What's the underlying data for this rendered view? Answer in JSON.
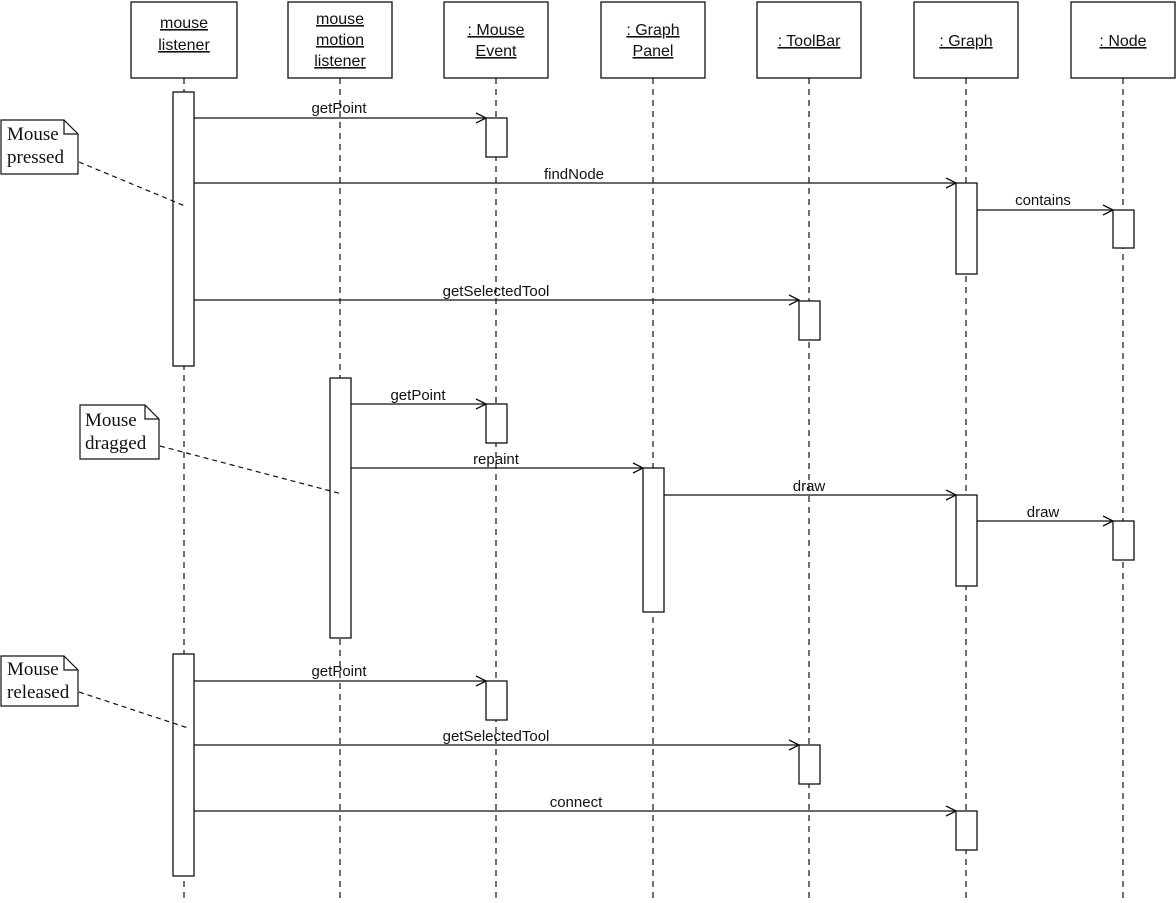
{
  "diagram": {
    "type": "uml-sequence-diagram",
    "objects": [
      {
        "id": "mouse_listener",
        "lines": [
          "mouse",
          "listener"
        ]
      },
      {
        "id": "mouse_motion_listener",
        "lines": [
          "mouse",
          "motion",
          "listener"
        ]
      },
      {
        "id": "mouse_event",
        "lines": [
          ": Mouse",
          "Event"
        ]
      },
      {
        "id": "graph_panel",
        "lines": [
          ": Graph",
          "Panel"
        ]
      },
      {
        "id": "toolbar",
        "lines": [
          ": ToolBar"
        ]
      },
      {
        "id": "graph",
        "lines": [
          ": Graph"
        ]
      },
      {
        "id": "node",
        "lines": [
          ": Node"
        ]
      }
    ],
    "messages": [
      {
        "from": "mouse_listener",
        "to": "mouse_event",
        "label": "getPoint"
      },
      {
        "from": "mouse_listener",
        "to": "graph",
        "label": "findNode"
      },
      {
        "from": "graph",
        "to": "node",
        "label": "contains"
      },
      {
        "from": "mouse_listener",
        "to": "toolbar",
        "label": "getSelectedTool"
      },
      {
        "from": "mouse_motion_listener",
        "to": "mouse_event",
        "label": "getPoint"
      },
      {
        "from": "mouse_motion_listener",
        "to": "graph_panel",
        "label": "repaint"
      },
      {
        "from": "graph_panel",
        "to": "graph",
        "label": "draw"
      },
      {
        "from": "graph",
        "to": "node",
        "label": "draw"
      },
      {
        "from": "mouse_listener",
        "to": "mouse_event",
        "label": "getPoint"
      },
      {
        "from": "mouse_listener",
        "to": "toolbar",
        "label": "getSelectedTool"
      },
      {
        "from": "mouse_listener",
        "to": "graph",
        "label": "connect"
      }
    ],
    "notes": [
      {
        "id": "note_pressed",
        "lines": [
          "Mouse",
          "pressed"
        ],
        "attached_to": "mouse_listener"
      },
      {
        "id": "note_dragged",
        "lines": [
          "Mouse",
          "dragged"
        ],
        "attached_to": "mouse_motion_listener"
      },
      {
        "id": "note_released",
        "lines": [
          "Mouse",
          "released"
        ],
        "attached_to": "mouse_listener"
      }
    ]
  }
}
